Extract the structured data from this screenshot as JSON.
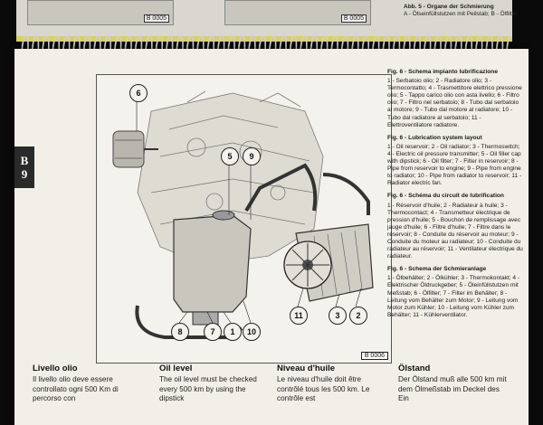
{
  "previous_page": {
    "figure_codes": [
      "B 0005",
      "B 0005"
    ],
    "caption_title": "Abb. 5 - Organe der Schmierung",
    "caption_text": "A - Ölseinfüllstutzen mit Peilstab; B - Ölfilter."
  },
  "page": {
    "section_tab": {
      "letter": "B",
      "number": "9"
    },
    "figure": {
      "code": "B 0006",
      "callouts": [
        "6",
        "5",
        "9",
        "8",
        "7",
        "1",
        "10",
        "11",
        "3",
        "2"
      ]
    },
    "captions": [
      {
        "title": "Fig. 6 - Schema impianto lubrificazione",
        "text": "1 - Serbatoio olio; 2 - Radiatore olio; 3 - Termocontatto; 4 - Trasmettitore elettrico pressione olio; 5 - Tappo carico olio con asta livello; 6 - Filtro olio; 7 - Filtro nel serbatoio; 8 - Tubo dal serbatoio al motore; 9 - Tubo dal motore al radiatore; 10 - Tubo dal radiatore al serbatoio; 11 - Elettroventilatore radiatore."
      },
      {
        "title": "Fig. 6 - Lubrication system layout",
        "text": "1 - Oil reservoir; 2 - Oil radiator; 3 - Thermoswitch; 4 - Electric oil pressure transmitter; 5 - Oil filler cap with dipstick; 6 - Oil filter; 7 - Filter in reservoir; 8 - Pipe from reservoir to engine; 9 - Pipe from engine to radiator; 10 - Pipe from radiator to reservoir; 11 - Radiator electric fan."
      },
      {
        "title": "Fig. 6 - Schéma du circuit de lubrification",
        "text": "1 - Réservoir d'huile; 2 - Radiateur à huile; 3 - Thermocontact; 4 - Transmetteur électrique de pression d'huile; 5 - Bouchon de remplissage avec jauge d'huile; 6 - Filtre d'huile; 7 - Filtre dans le réservoir; 8 - Conduite du réservoir au moteur; 9 - Conduite du moteur au radiateur; 10 - Conduite du radiateur au réservoir; 11 - Ventilateur électrique du radiateur."
      },
      {
        "title": "Fig. 6 - Schema der Schmieranlage",
        "text": "1 - Ölbehälter; 2 - Ölkühler; 3 - Thermokontakt; 4 - Elektrischer Öldruckgeber; 5 - Öleinfüllstutzen mit Meßstab; 6 - Ölfilter; 7 - Filter im Behälter; 8 - Leitung vom Behälter zum Motor; 9 - Leitung vom Motor zum Kühler; 10 - Leitung vom Kühler zum Behälter; 11 - Kühlerventilator."
      }
    ],
    "columns": [
      {
        "heading": "Livello olio",
        "text": "Il livello olio deve essere controllato ogni 500 Km di percorso con"
      },
      {
        "heading": "Oil level",
        "text": "The oil level must be checked every 500 km by using the dipstick"
      },
      {
        "heading": "Niveau d'huile",
        "text": "Le niveau d'huile doit être contrôlé tous les 500 km. Le contrôle est"
      },
      {
        "heading": "Ölstand",
        "text": "Der Ölstand muß alle 500 km mit dem Ölmeßstab im Deckel des Ein"
      }
    ]
  }
}
